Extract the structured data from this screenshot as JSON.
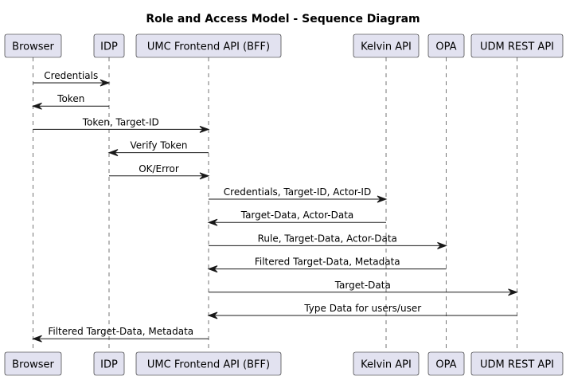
{
  "title": "Role and Access Model - Sequence Diagram",
  "participants": [
    {
      "id": "browser",
      "label": "Browser"
    },
    {
      "id": "idp",
      "label": "IDP"
    },
    {
      "id": "umc",
      "label": "UMC Frontend API (BFF)"
    },
    {
      "id": "kelvin",
      "label": "Kelvin API"
    },
    {
      "id": "opa",
      "label": "OPA"
    },
    {
      "id": "udm",
      "label": "UDM REST API"
    }
  ],
  "messages": [
    {
      "from": "browser",
      "to": "idp",
      "label": "Credentials"
    },
    {
      "from": "idp",
      "to": "browser",
      "label": "Token"
    },
    {
      "from": "browser",
      "to": "umc",
      "label": "Token, Target-ID"
    },
    {
      "from": "umc",
      "to": "idp",
      "label": "Verify Token"
    },
    {
      "from": "idp",
      "to": "umc",
      "label": "OK/Error"
    },
    {
      "from": "umc",
      "to": "kelvin",
      "label": "Credentials, Target-ID, Actor-ID"
    },
    {
      "from": "kelvin",
      "to": "umc",
      "label": "Target-Data, Actor-Data"
    },
    {
      "from": "umc",
      "to": "opa",
      "label": "Rule, Target-Data, Actor-Data"
    },
    {
      "from": "opa",
      "to": "umc",
      "label": "Filtered Target-Data, Metadata"
    },
    {
      "from": "umc",
      "to": "udm",
      "label": "Target-Data"
    },
    {
      "from": "udm",
      "to": "umc",
      "label": "Type Data for users/user"
    },
    {
      "from": "umc",
      "to": "browser",
      "label": "Filtered Target-Data, Metadata"
    }
  ]
}
